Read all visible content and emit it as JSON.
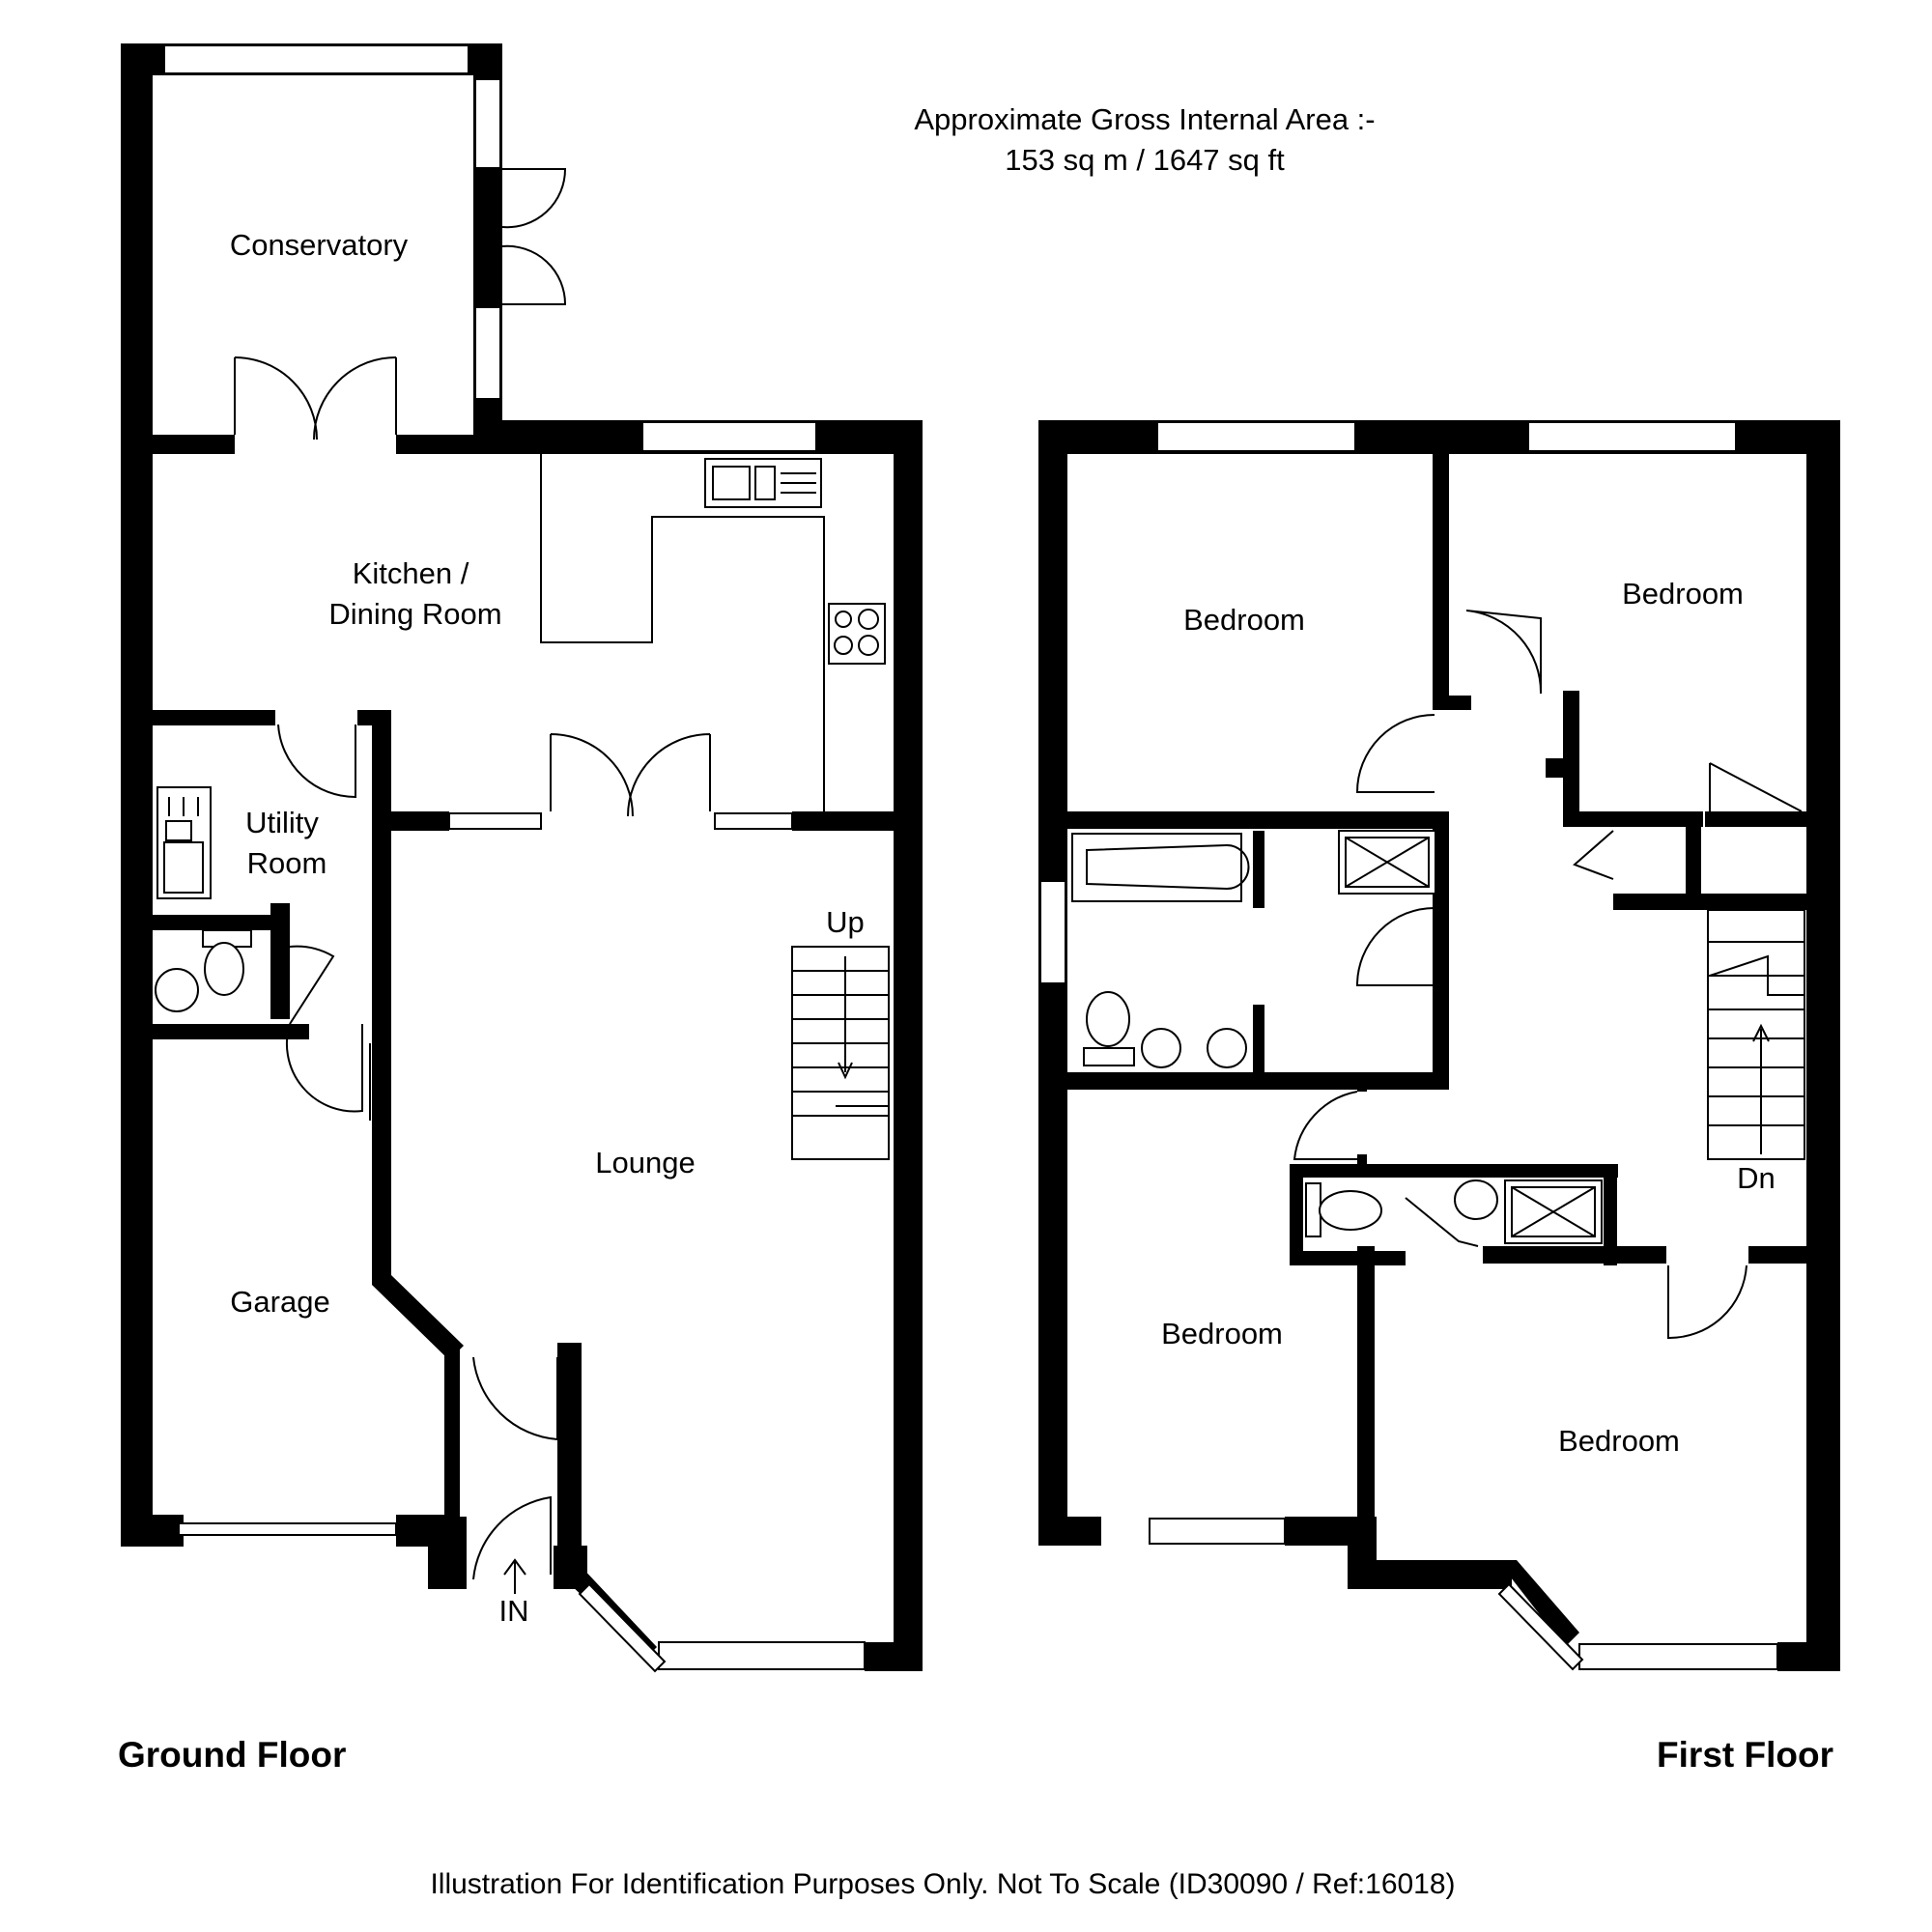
{
  "header": {
    "area_line1": "Approximate Gross Internal Area :-",
    "area_line2": "153 sq m / 1647 sq ft"
  },
  "ground_floor": {
    "title": "Ground Floor",
    "rooms": {
      "conservatory": "Conservatory",
      "kitchen_line1": "Kitchen /",
      "kitchen_line2": "Dining Room",
      "utility_line1": "Utility",
      "utility_line2": "Room",
      "lounge": "Lounge",
      "garage": "Garage"
    },
    "stairs_label": "Up",
    "entrance_label": "IN"
  },
  "first_floor": {
    "title": "First Floor",
    "rooms": {
      "bedroom_top_left": "Bedroom",
      "bedroom_top_right": "Bedroom",
      "bedroom_bottom_left": "Bedroom",
      "bedroom_bottom_right": "Bedroom"
    },
    "stairs_label": "Dn"
  },
  "footer": {
    "disclaimer": "Illustration For Identification Purposes Only. Not To Scale (ID30090 / Ref:16018)"
  }
}
